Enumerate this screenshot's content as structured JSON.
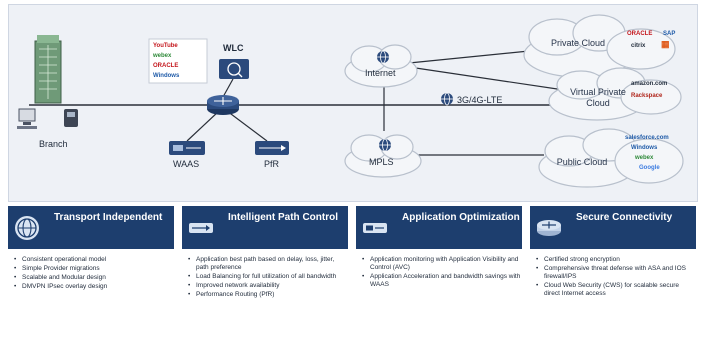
{
  "diagram": {
    "branch_label": "Branch",
    "wlc_label": "WLC",
    "waas_label": "WAAS",
    "pfr_label": "PfR",
    "internet_label": "Internet",
    "lte_label": "3G/4G-LTE",
    "mpls_label": "MPLS",
    "private_cloud_label": "Private Cloud",
    "virtual_private_cloud_label": "Virtual Private Cloud",
    "public_cloud_label": "Public Cloud",
    "private_cloud_logos": [
      "ORACLE",
      "SAP",
      "citrix"
    ],
    "virtual_cloud_logos": [
      "amazon.com",
      "Rackspace"
    ],
    "public_cloud_logos": [
      "salesforce.com",
      "Windows",
      "webex",
      "Google"
    ],
    "app_logos": [
      "YouTube",
      "webex",
      "ORACLE",
      "Windows"
    ]
  },
  "panels": [
    {
      "title": "Transport Independent",
      "icon": "globe-icon",
      "bullets": [
        "Consistent operational model",
        "Simple Provider migrations",
        "Scalable and Modular design",
        "DMVPN IPsec overlay design"
      ]
    },
    {
      "title": "Intelligent Path Control",
      "icon": "router-icon",
      "bullets": [
        "Application best path based on delay, loss, jitter, path preference",
        "Load Balancing for full utilization of all bandwidth",
        "Improved network availability",
        "Performance Routing (PfR)"
      ]
    },
    {
      "title": "Application Optimization",
      "icon": "optimizer-icon",
      "bullets": [
        "Application monitoring with Application Visibility and Control (AVC)",
        "Application Acceleration and bandwidth savings with WAAS"
      ]
    },
    {
      "title": "Secure Connectivity",
      "icon": "router-secure-icon",
      "bullets": [
        "Certified strong encryption",
        "Comprehensive threat defense with ASA and IOS firewall/IPS",
        "Cloud Web Security (CWS) for scalable secure direct Internet access"
      ]
    }
  ],
  "colors": {
    "panel_header": "#1d3e6e",
    "device": "#2b4a7c",
    "cloud_fill": "#f4f6f9",
    "cloud_stroke": "#b8c0cc"
  }
}
